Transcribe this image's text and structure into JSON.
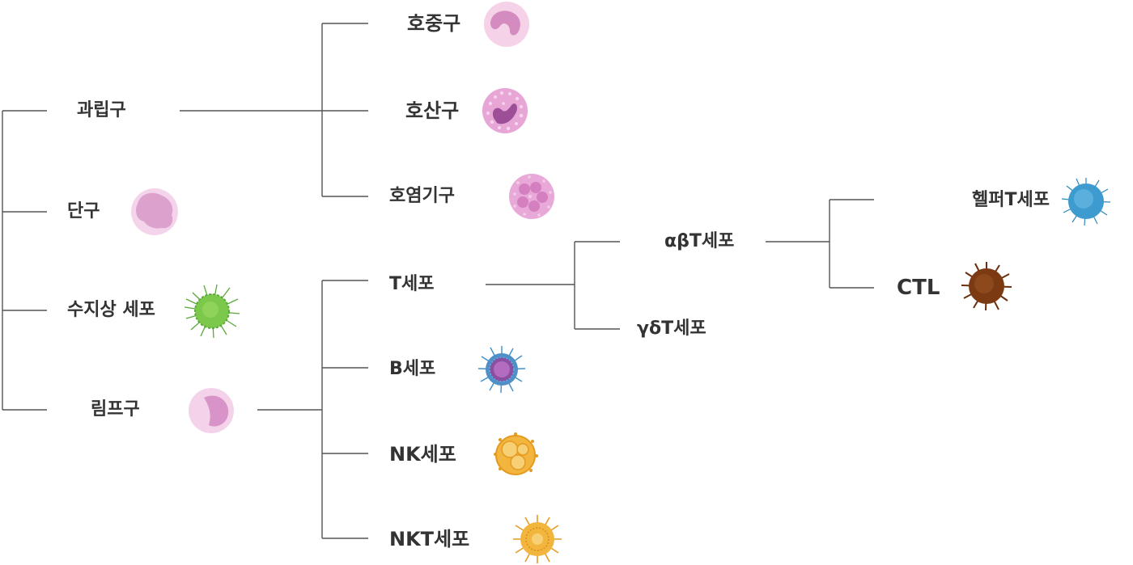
{
  "nodes": {
    "granulocyte": "과립구",
    "monocyte": "단구",
    "dendritic_cell": "수지상 세포",
    "lymphocyte": "림프구",
    "neutrophil": "호중구",
    "eosinophil": "호산구",
    "basophil": "호염기구",
    "t_cell": "T세포",
    "b_cell": "B세포",
    "nk_cell": "NK세포",
    "nkt_cell": "NKT세포",
    "ab_t_cell": "αβT세포",
    "gd_t_cell": "γδT세포",
    "helper_t_cell": "헬퍼T세포",
    "ctl": "CTL"
  },
  "colors": {
    "line": "#555555",
    "text": "#333333",
    "pink_cell": "#e8aed4",
    "pink_nucleus": "#c97ab6",
    "purple_nucleus": "#9c4f96",
    "green_cell": "#7cc84a",
    "blue_cell": "#3e9bd0",
    "b_cell_core": "#8a4fa0",
    "orange_cell": "#f2b53d",
    "brown_cell": "#7b3a12"
  }
}
